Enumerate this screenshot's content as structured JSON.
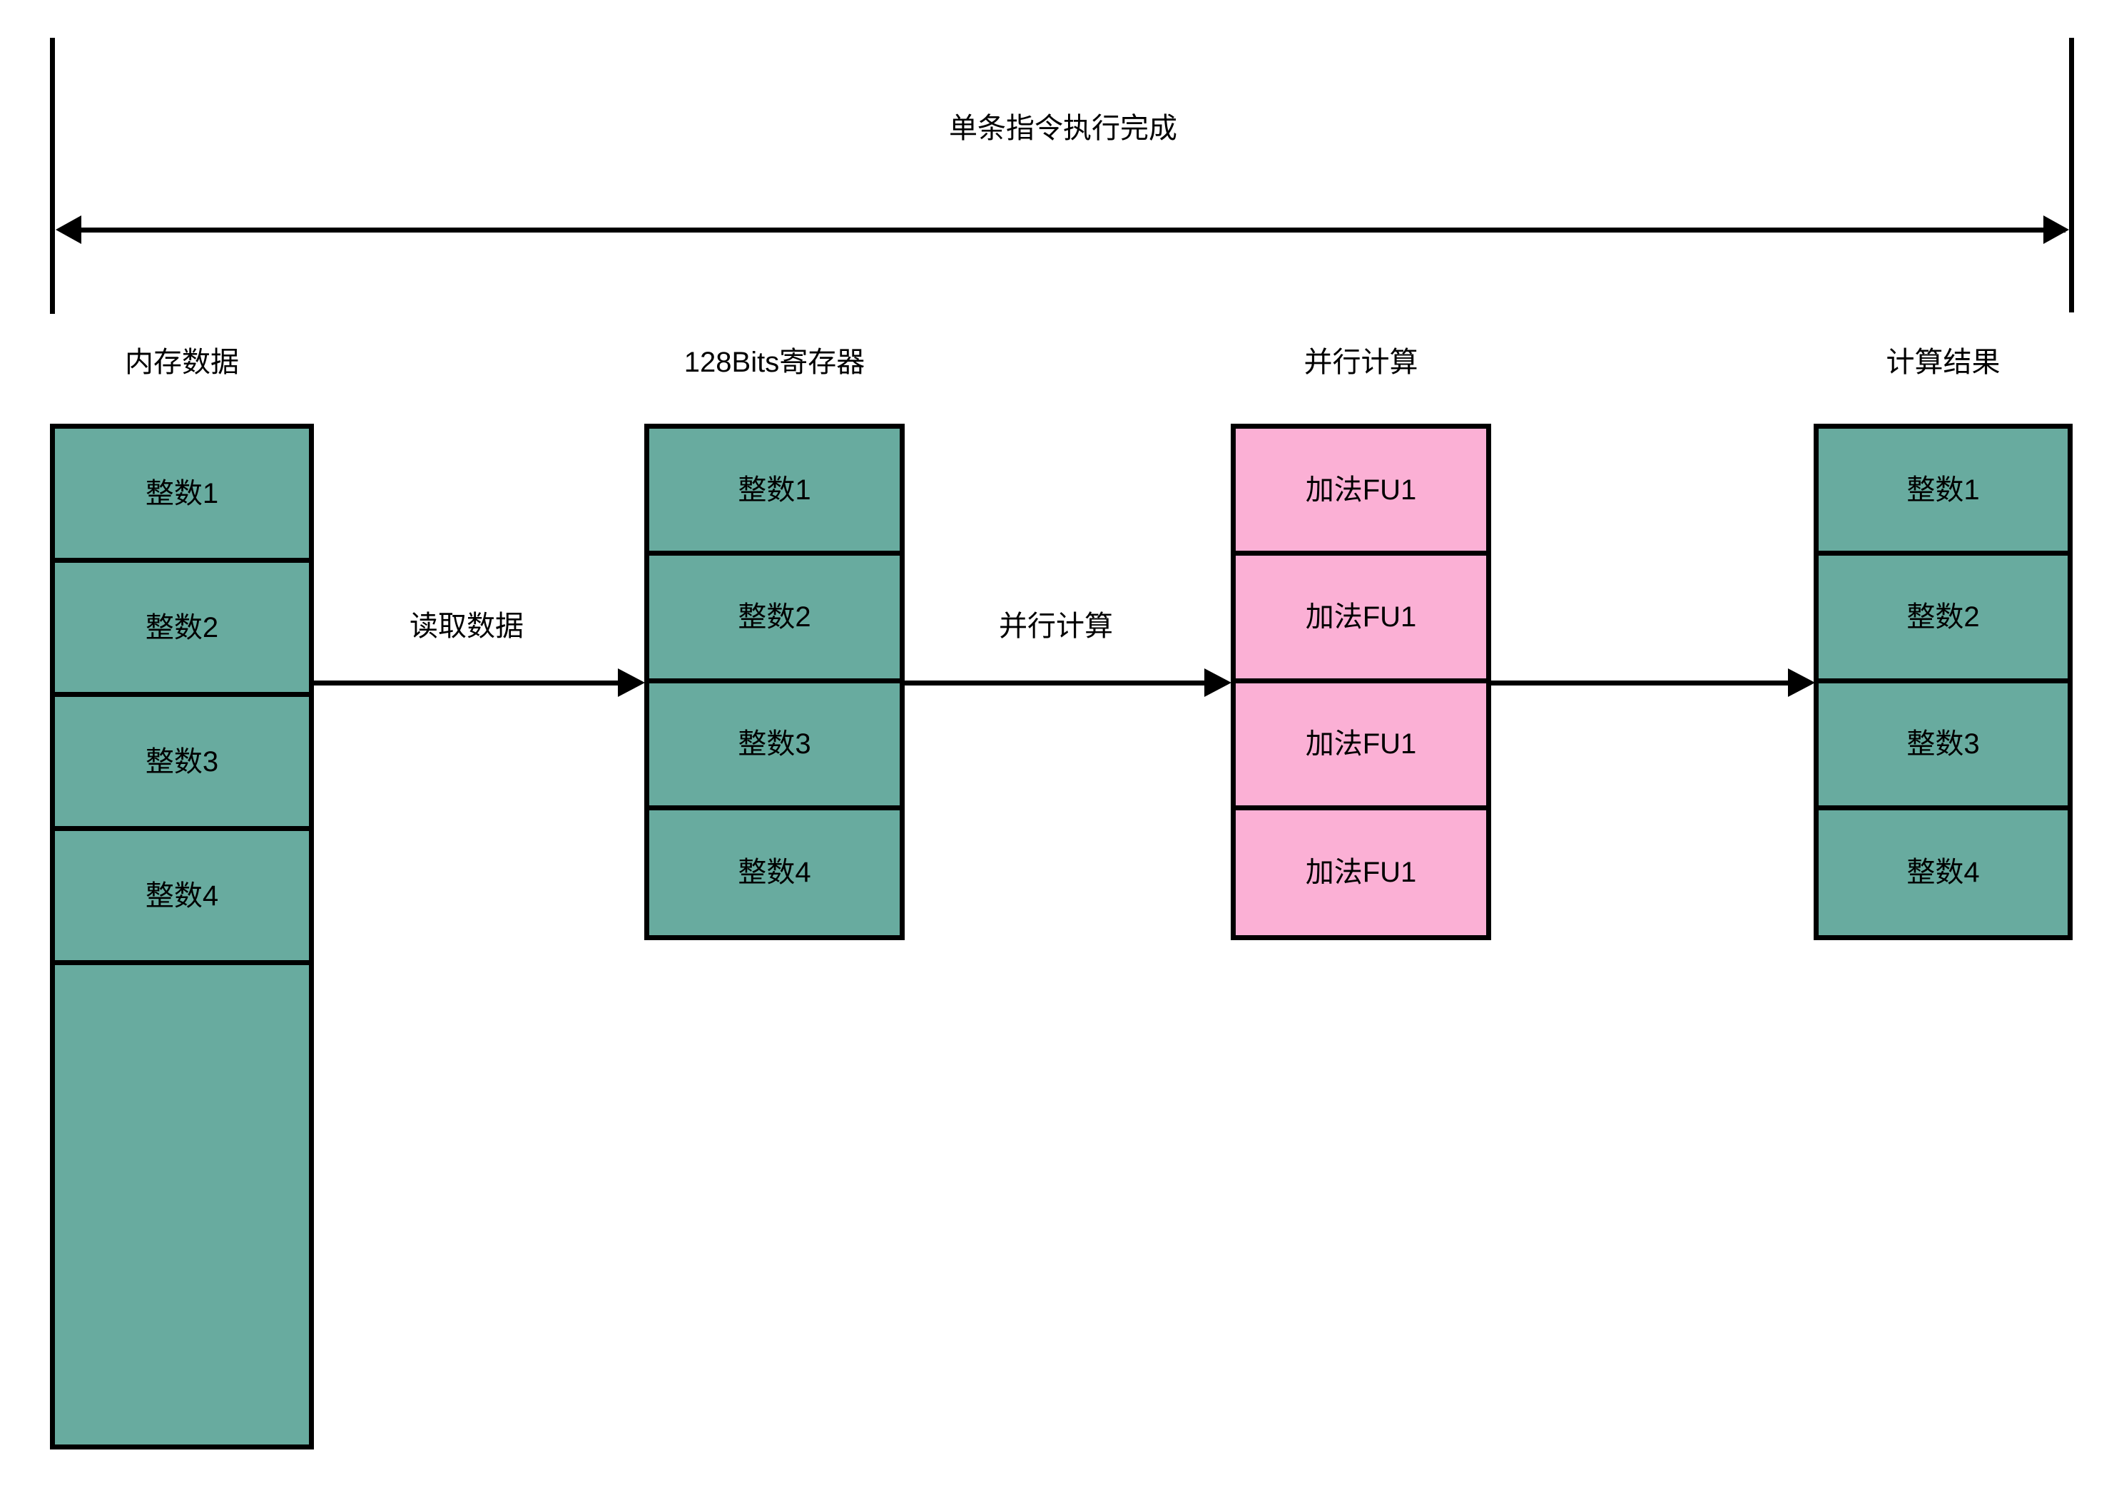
{
  "timeline": {
    "label": "单条指令执行完成"
  },
  "columns": [
    {
      "header": "内存数据",
      "accent": "#68ab9f",
      "cells": [
        "整数1",
        "整数2",
        "整数3",
        "整数4",
        ""
      ]
    },
    {
      "header": "128Bits寄存器",
      "accent": "#68ab9f",
      "cells": [
        "整数1",
        "整数2",
        "整数3",
        "整数4"
      ]
    },
    {
      "header": "并行计算",
      "accent": "#fbb0d5",
      "cells": [
        "加法FU1",
        "加法FU1",
        "加法FU1",
        "加法FU1"
      ]
    },
    {
      "header": "计算结果",
      "accent": "#68ab9f",
      "cells": [
        "整数1",
        "整数2",
        "整数3",
        "整数4"
      ]
    }
  ],
  "flows": [
    {
      "label": "读取数据"
    },
    {
      "label": "并行计算"
    },
    {
      "label": ""
    }
  ],
  "colors": {
    "green": "#68ab9f",
    "pink": "#fbb0d5",
    "stroke": "#000000",
    "background": "#ffffff"
  }
}
